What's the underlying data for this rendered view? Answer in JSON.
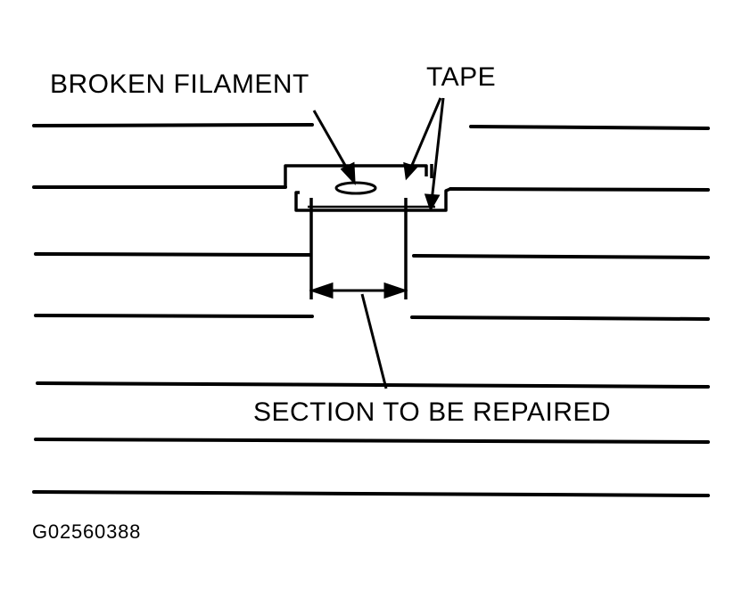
{
  "labels": {
    "broken_filament": "BROKEN FILAMENT",
    "tape": "TAPE",
    "section_to_be_repaired": "SECTION TO BE REPAIRED",
    "figure_id": "G02560388"
  },
  "colors": {
    "line": "#000000",
    "background": "#ffffff"
  }
}
